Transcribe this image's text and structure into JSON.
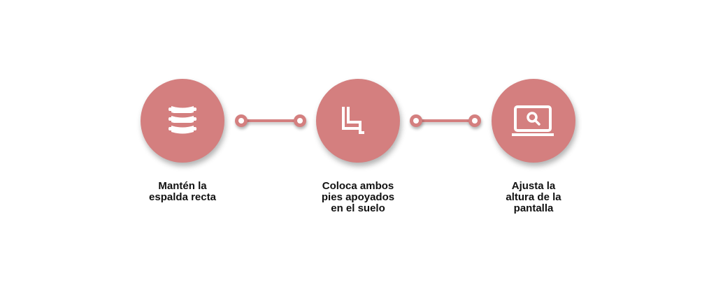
{
  "accent_color": "#d47f7f",
  "steps": [
    {
      "icon": "spine-icon",
      "label_lines": [
        "Mantén la",
        "espalda recta"
      ]
    },
    {
      "icon": "chair-icon",
      "label_lines": [
        "Coloca ambos",
        "pies apoyados",
        "en el suelo"
      ]
    },
    {
      "icon": "laptop-search-icon",
      "label_lines": [
        "Ajusta la",
        "altura de la",
        "pantalla"
      ]
    }
  ]
}
